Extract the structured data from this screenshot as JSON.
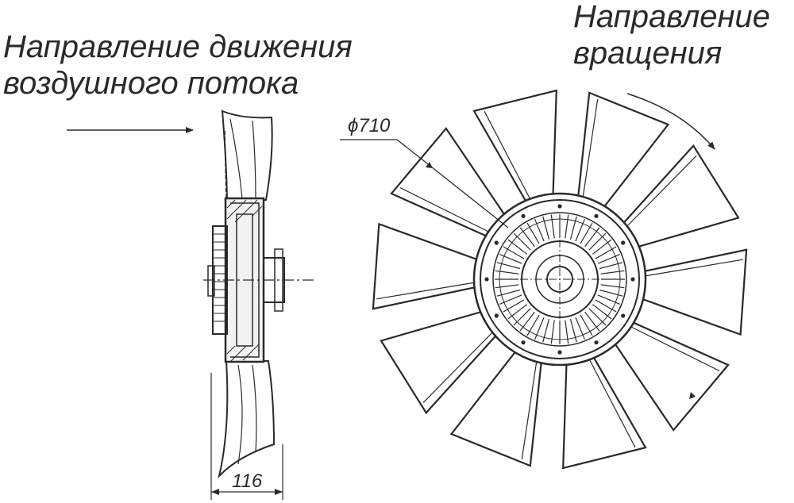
{
  "labels": {
    "airflow_line1": "Направление движения",
    "airflow_line2": "воздушного потока",
    "rotation_line1": "Направление",
    "rotation_line2": "вращения"
  },
  "dimensions": {
    "diameter": "ϕ710",
    "width": "116"
  },
  "fan": {
    "blade_count": 10
  }
}
